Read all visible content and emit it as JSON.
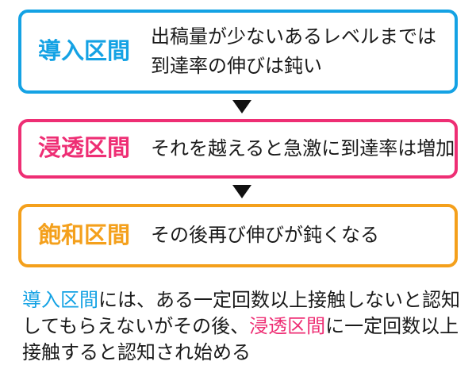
{
  "colors": {
    "intro_blue": "#14A2E4",
    "penetration_pink": "#EE2E74",
    "saturation_orange": "#F4A01C",
    "body_text": "#1A1A1A",
    "arrow_black": "#111111"
  },
  "icons": {
    "arrow_down": "triangle-down"
  },
  "boxes": [
    {
      "id": "intro",
      "label": "導入区間",
      "color": "#14A2E4",
      "desc_line1": "出稿量が少ないあるレベルまでは",
      "desc_line2": "到達率の伸びは鈍い"
    },
    {
      "id": "penetration",
      "label": "浸透区間",
      "color": "#EE2E74",
      "desc_line1": "それを越えると急激に到達率は増加"
    },
    {
      "id": "saturation",
      "label": "飽和区間",
      "color": "#F4A01C",
      "desc_line1": "その後再び伸びが鈍くなる"
    }
  ],
  "summary": {
    "line1": {
      "term": "導入区間",
      "rest": "には、ある一定回数以上接触しないと認知"
    },
    "line2": {
      "pre": "してもらえないがその後、",
      "term": "浸透区間",
      "post": "に一定回数以上"
    },
    "line3": {
      "text": "接触すると認知され始める"
    }
  }
}
